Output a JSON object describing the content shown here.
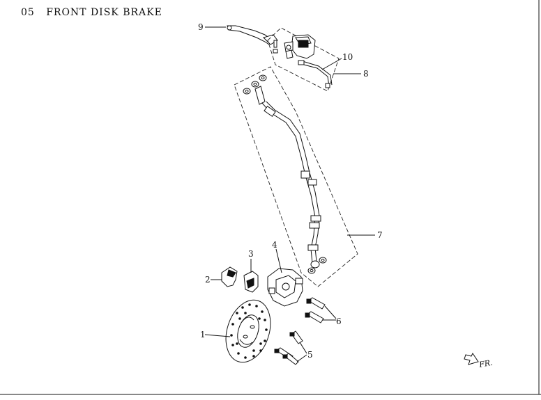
{
  "diagram": {
    "section_number": "05",
    "section_title": "FRONT DISK BRAKE",
    "direction_label": "FR.",
    "callouts": [
      {
        "id": "1",
        "label": "1"
      },
      {
        "id": "2",
        "label": "2"
      },
      {
        "id": "3",
        "label": "3"
      },
      {
        "id": "4",
        "label": "4"
      },
      {
        "id": "5",
        "label": "5"
      },
      {
        "id": "6",
        "label": "6"
      },
      {
        "id": "7",
        "label": "7"
      },
      {
        "id": "8",
        "label": "8"
      },
      {
        "id": "9",
        "label": "9"
      },
      {
        "id": "10",
        "label": "10"
      }
    ]
  }
}
